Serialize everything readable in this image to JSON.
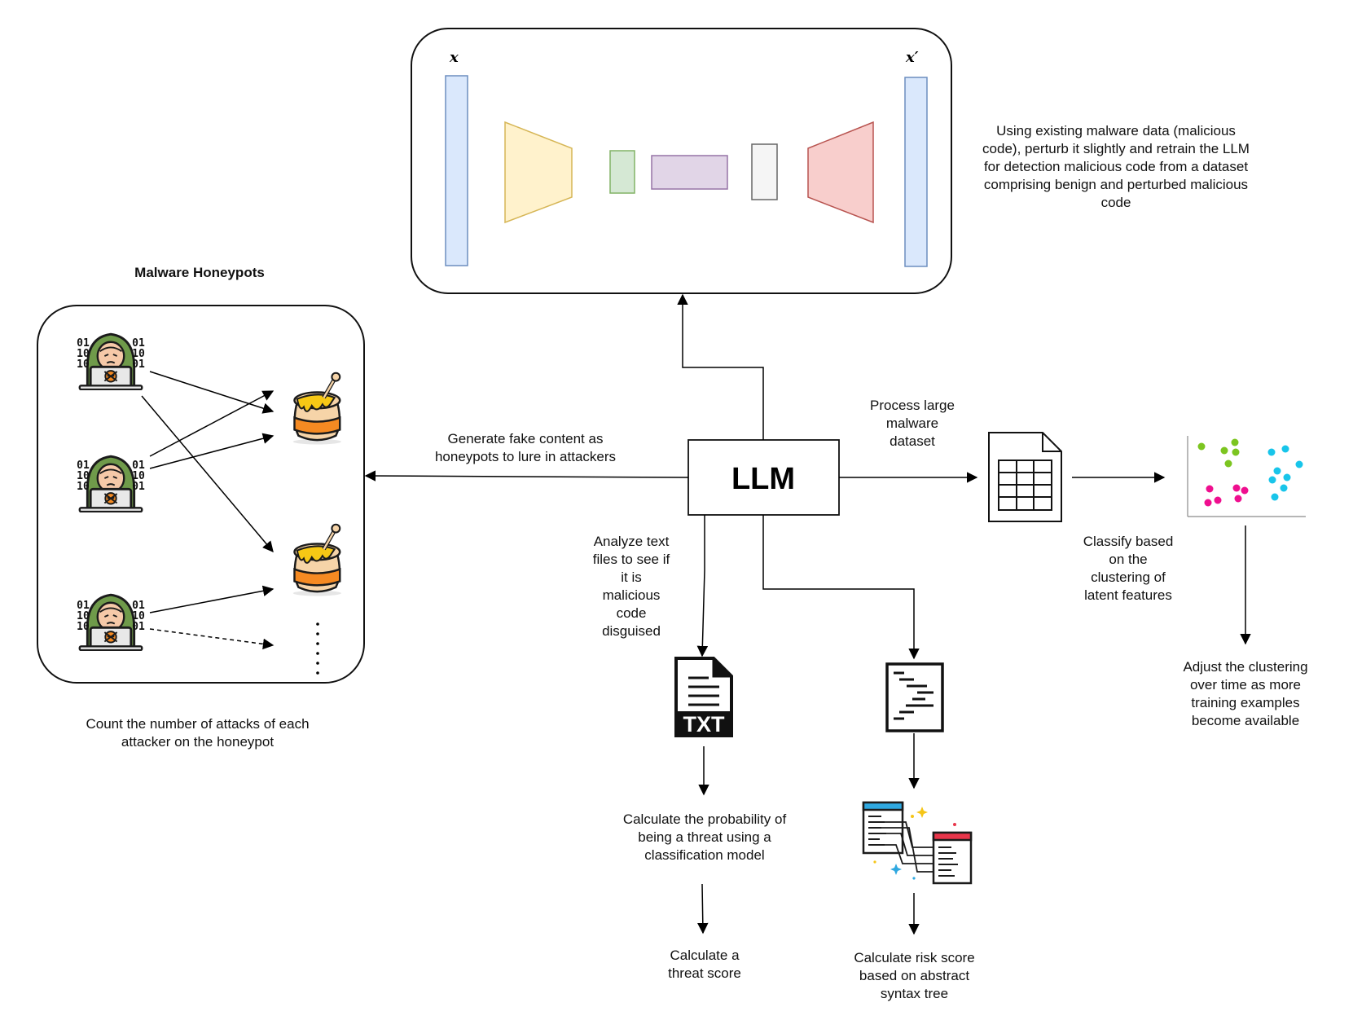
{
  "encoder": {
    "input_var": "x",
    "output_var": "x′",
    "description": "Using existing malware data (malicious\ncode), perturb it slightly and retrain the LLM\nfor detection malicious code from a dataset\ncomprising benign and perturbed malicious\ncode"
  },
  "llm": {
    "label": "LLM"
  },
  "honeypots": {
    "title": "Malware Honeypots",
    "caption": "Count the number of attacks of each\nattacker on the honeypot",
    "binary_left": [
      "01",
      "10",
      "10"
    ],
    "binary_right": [
      "01",
      "10",
      "01"
    ]
  },
  "edges": {
    "generate": "Generate fake content as\nhoneypots to lure in attackers",
    "process": "Process large\nmalware\ndataset",
    "analyze": "Analyze text\nfiles to see if\nit is\nmalicious\ncode\ndisguised",
    "classify": "Classify based\non the\nclustering of\nlatent features",
    "adjust": "Adjust the clustering\nover time as more\ntraining examples\nbecome available",
    "probability": "Calculate the probability of\nbeing a threat using a\nclassification model",
    "threat_score": "Calculate a\nthreat score",
    "risk_score": "Calculate risk score\nbased on abstract\nsyntax tree"
  },
  "icons": {
    "txt_label": "TXT",
    "attacker": "hacker-icon",
    "honeypot": "honey-pot-icon",
    "spreadsheet": "spreadsheet-icon",
    "scatter": "scatter-plot-icon",
    "code_file": "code-file-icon",
    "ast": "syntax-tree-windows-icon"
  },
  "colors": {
    "input_bar": "#dae8fc",
    "encoder": "#fff2cc",
    "latent_green": "#d5e8d4",
    "latent_purple": "#e1d5e7",
    "latent_gray": "#f5f5f5",
    "decoder": "#f8cecc",
    "cluster_green": "#7cc520",
    "cluster_pink": "#ef0f8f",
    "cluster_cyan": "#18c5ea",
    "honey": "#f7c815",
    "pot_orange": "#f58a22",
    "hacker_green": "#6f9a4a"
  }
}
